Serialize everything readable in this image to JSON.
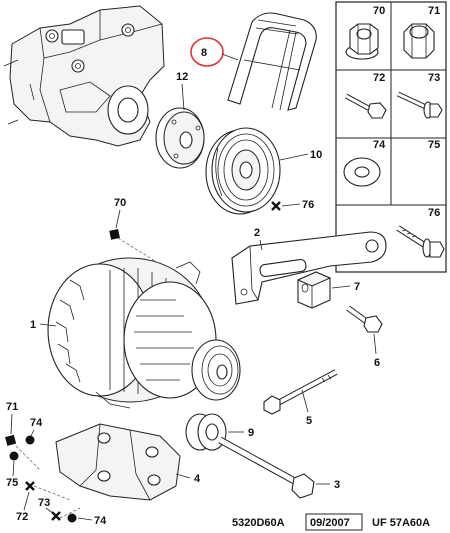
{
  "diagram": {
    "callouts": {
      "c1": "1",
      "c2": "2",
      "c3": "3",
      "c4": "4",
      "c5": "5",
      "c6": "6",
      "c7": "7",
      "c8": "8",
      "c9": "9",
      "c10": "10",
      "c12": "12",
      "c70": "70",
      "c71": "71",
      "c72": "72",
      "c73": "73",
      "c74a": "74",
      "c74b": "74",
      "c75": "75",
      "c76": "76"
    },
    "legend": {
      "l70": "70",
      "l71": "71",
      "l72": "72",
      "l73": "73",
      "l74": "74",
      "l75": "75",
      "l76": "76"
    },
    "highlight_color": "#e03030",
    "footer": {
      "ref_code": "5320D60A",
      "date": "09/2007",
      "uf_code": "UF 57A60A"
    }
  }
}
